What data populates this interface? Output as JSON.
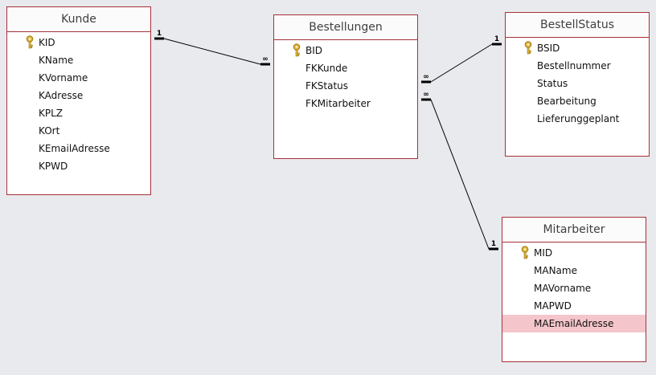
{
  "diagram": {
    "tables": [
      {
        "id": "kunde",
        "title": "Kunde",
        "fields": [
          {
            "name": "KID",
            "key": true
          },
          {
            "name": "KName"
          },
          {
            "name": "KVorname"
          },
          {
            "name": "KAdresse"
          },
          {
            "name": "KPLZ"
          },
          {
            "name": "KOrt"
          },
          {
            "name": "KEmailAdresse"
          },
          {
            "name": "KPWD"
          }
        ]
      },
      {
        "id": "bestellungen",
        "title": "Bestellungen",
        "fields": [
          {
            "name": "BID",
            "key": true
          },
          {
            "name": "FKKunde"
          },
          {
            "name": "FKStatus"
          },
          {
            "name": "FKMitarbeiter"
          }
        ]
      },
      {
        "id": "bestellstatus",
        "title": "BestellStatus",
        "fields": [
          {
            "name": "BSID",
            "key": true
          },
          {
            "name": "Bestellnummer"
          },
          {
            "name": "Status"
          },
          {
            "name": "Bearbeitung"
          },
          {
            "name": "Lieferunggeplant"
          }
        ]
      },
      {
        "id": "mitarbeiter",
        "title": "Mitarbeiter",
        "fields": [
          {
            "name": "MID",
            "key": true
          },
          {
            "name": "MAName"
          },
          {
            "name": "MAVorname"
          },
          {
            "name": "MAPWD"
          },
          {
            "name": "MAEmailAdresse",
            "selected": true
          }
        ]
      }
    ],
    "relationships": [
      {
        "one": "kunde.KID",
        "many": "bestellungen.FKKunde",
        "one_label": "1",
        "many_label": "∞"
      },
      {
        "one": "bestellstatus.BSID",
        "many": "bestellungen.FKStatus",
        "one_label": "1",
        "many_label": "∞"
      },
      {
        "one": "mitarbeiter.MID",
        "many": "bestellungen.FKMitarbeiter",
        "one_label": "1",
        "many_label": "∞"
      }
    ],
    "colors": {
      "border": "#a8303a",
      "selected_row": "#f4c6cb",
      "background": "#e8eaed",
      "key_icon": "#d9b12b"
    }
  }
}
